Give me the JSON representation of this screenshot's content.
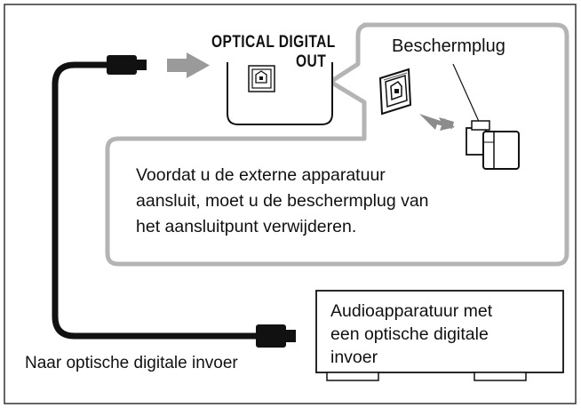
{
  "port": {
    "label_line1": "OPTICAL DIGITAL",
    "label_line2": "OUT"
  },
  "callout": {
    "title": "Beschermplug",
    "note_line1": "Voordat u de externe apparatuur",
    "note_line2": "aansluit, moet u de beschermplug van",
    "note_line3": "het aansluitpunt verwijderen."
  },
  "device": {
    "label_line1": "Audioapparatuur met",
    "label_line2": "een optische digitale",
    "label_line3": "invoer"
  },
  "cable": {
    "label": "Naar optische digitale invoer"
  },
  "colors": {
    "cable": "#111111",
    "arrow": "#9a9a9a",
    "callout_border": "#b4b4b4",
    "frame": "#333333"
  }
}
